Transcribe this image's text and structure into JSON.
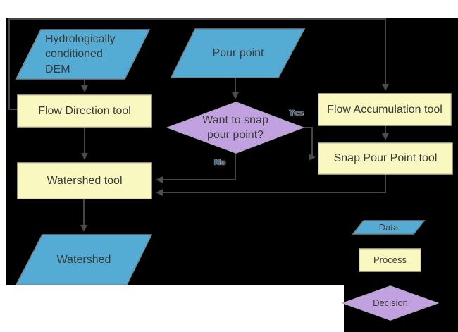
{
  "colors": {
    "background": "#000000",
    "page_background": "#ffffff",
    "data_fill": "#54abd3",
    "process_fill": "#faf8c1",
    "decision_fill": "#c2a1e1",
    "connector": "#454545",
    "text": "#3a3a3a"
  },
  "nodes": {
    "dem": {
      "label": "Hydrologically\nconditioned\nDEM",
      "type": "data"
    },
    "pour_point": {
      "label": "Pour point",
      "type": "data"
    },
    "flow_direction": {
      "label": "Flow Direction tool",
      "type": "process"
    },
    "flow_accumulation": {
      "label": "Flow Accumulation tool",
      "type": "process"
    },
    "snap_pour_point": {
      "label": "Snap Pour Point tool",
      "type": "process"
    },
    "decision": {
      "label": "Want to snap\npour point?",
      "type": "decision"
    },
    "watershed_tool": {
      "label": "Watershed tool",
      "type": "process"
    },
    "watershed": {
      "label": "Watershed",
      "type": "data"
    }
  },
  "edges": {
    "yes_label": "Yes",
    "no_label": "No"
  },
  "legend": {
    "data_label": "Data",
    "process_label": "Process",
    "decision_label": "Decision"
  }
}
